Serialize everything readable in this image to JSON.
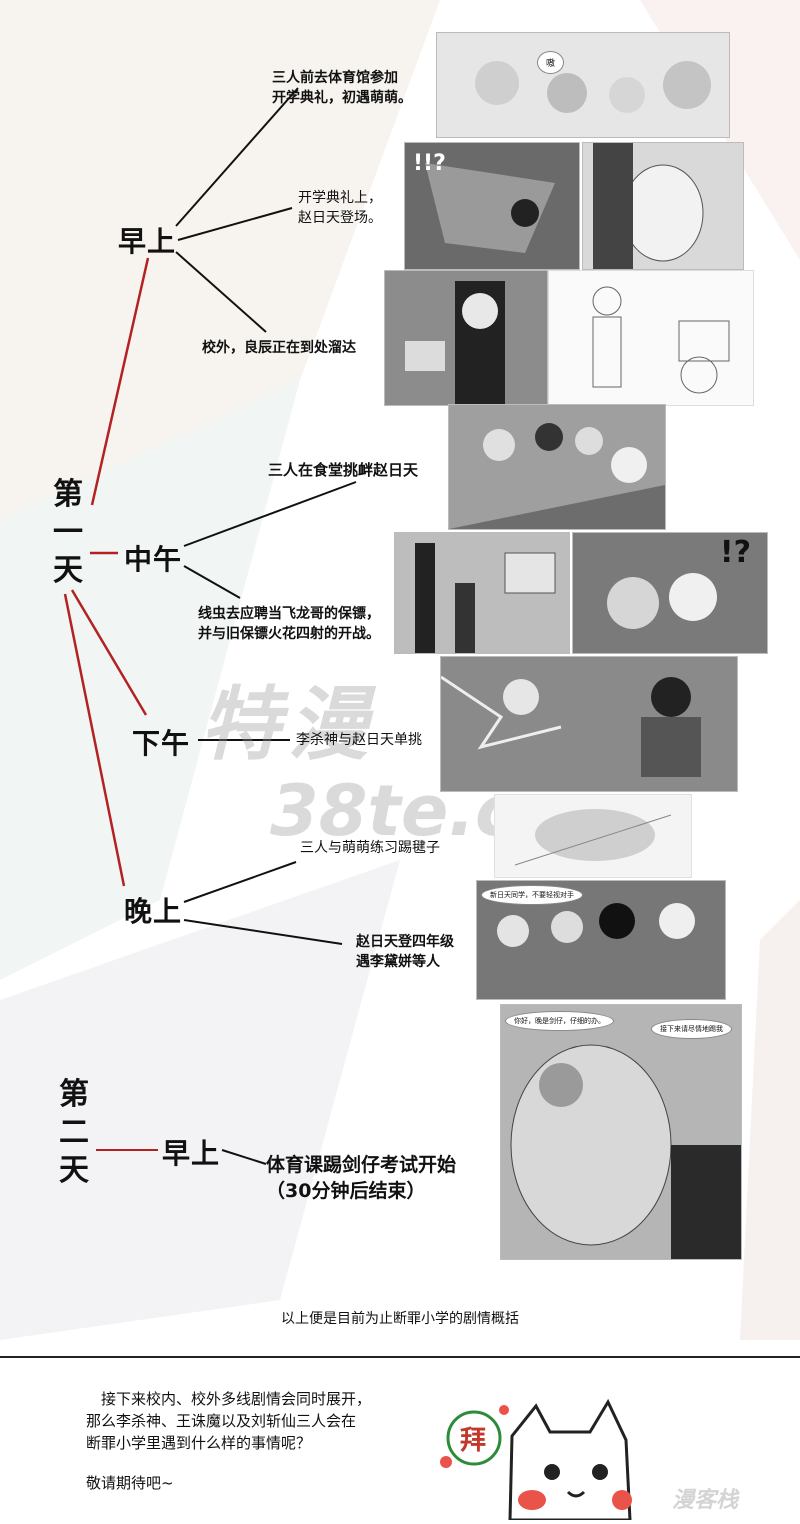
{
  "days": [
    {
      "label_chars": [
        "第",
        "一",
        "天"
      ]
    },
    {
      "label_chars": [
        "第",
        "二",
        "天"
      ]
    }
  ],
  "periods": {
    "d1_morning": "早上",
    "d1_noon": "中午",
    "d1_afternoon": "下午",
    "d1_evening": "晚上",
    "d2_morning": "早上"
  },
  "captions": {
    "c1": [
      "三人前去体育馆参加",
      "开学典礼，初遇萌萌。"
    ],
    "c2": [
      "开学典礼上，",
      "赵日天登场。"
    ],
    "c3": "校外，良辰正在到处溜达",
    "c4": "三人在食堂挑衅赵日天",
    "c5": [
      "线虫去应聘当飞龙哥的保镖，",
      "并与旧保镖火花四射的开战。"
    ],
    "c6": "李杀神与赵日天单挑",
    "c7": "三人与萌萌练习踢毽子",
    "c8": [
      "赵日天登四年级",
      "遇李黛姘等人"
    ],
    "c9": [
      "体育课踢剑仔考试开始",
      "（30分钟后结束）"
    ]
  },
  "panel_text": {
    "exclaim_1": "!!?",
    "exclaim_2": "!?",
    "bubble_1": "嗷",
    "bubble_2": "新日天同学，不要轻视对手",
    "bubble_3": "你好，晚是剑仔，仔细的办。",
    "bubble_4": "接下来请尽情地踢我"
  },
  "summary": "以上便是目前为止断罪小学的剧情概括",
  "outro_lines": [
    "接下来校内、校外多线剧情会同时展开，",
    "那么李杀神、王诛魔以及刘斩仙三人会在",
    "断罪小学里遇到什么样的事情呢？"
  ],
  "ending": "敬请期待吧~",
  "mascot_sign": "拜",
  "watermark": {
    "main": "特漫",
    "sub": "38te.com"
  },
  "brand": "漫客栈",
  "colors": {
    "branch_red": "#b22222",
    "branch_black": "#111111"
  }
}
